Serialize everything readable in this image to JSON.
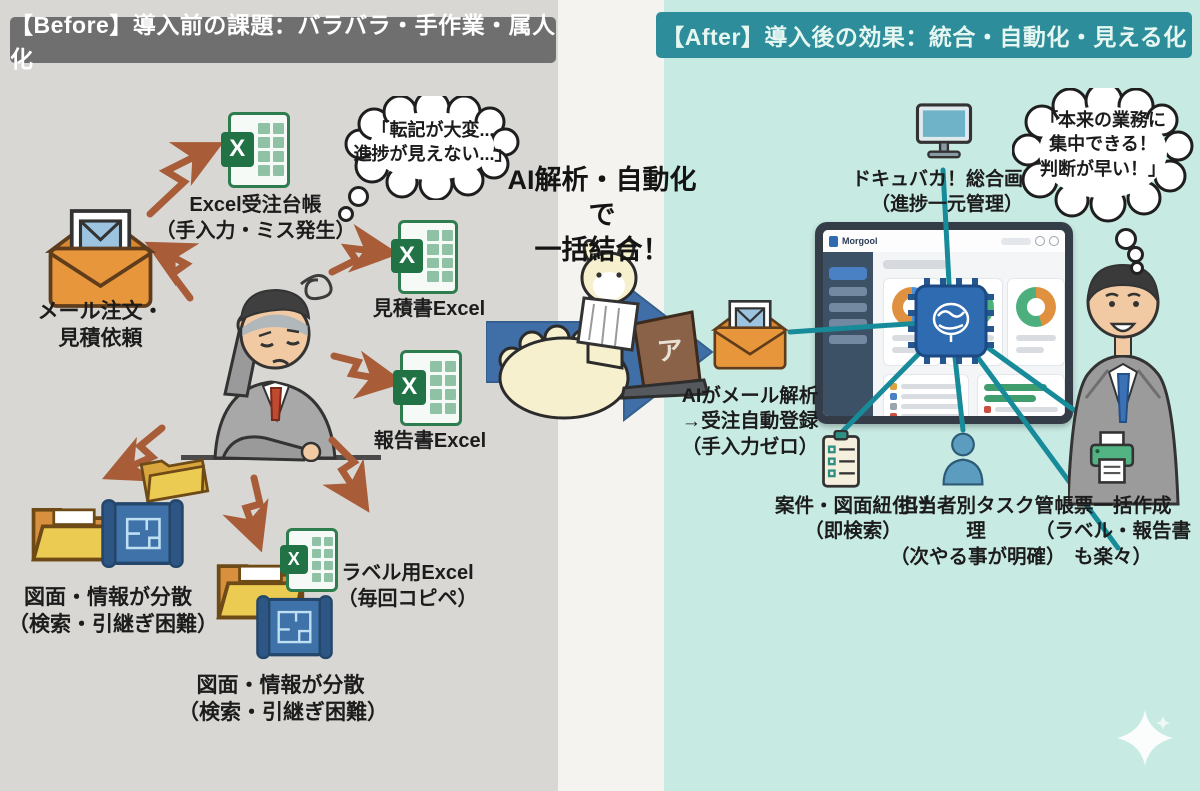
{
  "colors": {
    "before_bg": "#d8d7d3",
    "center_bg": "#f4f3ef",
    "after_bg": "#c7eae2",
    "before_header_bg": "#6f6f6f",
    "after_header_bg": "#2e8d9b",
    "zigzag_arrow": "#a85c38",
    "arrow_blue": "#3f6fa6",
    "excel_green": "#217346",
    "envelope_orange": "#e8963c",
    "teal_line": "#178b99",
    "chip_blue": "#2f6bb0",
    "sidebar_navy": "#3c5066",
    "donut_blue": "#4a90d9",
    "donut_orange": "#e09140",
    "donut_green": "#4caf7d",
    "printer_green": "#53b483",
    "person_teal": "#5b9cbf",
    "blueprint_blue": "#3f72a8",
    "folder_yellow": "#eccb52",
    "folder_orange": "#d88f3e",
    "alpaca_cream": "#f7f0cf",
    "laptop_brown": "#8a6248"
  },
  "before": {
    "header": "【Before】導入前の課題：バラバラ・手作業・属人化",
    "thought": [
      "「転記が大変...",
      "進捗が見えない...」"
    ],
    "email_label": [
      "メール注文・",
      "見積依頼"
    ],
    "excel_ledger": [
      "Excel受注台帳",
      "（手入力・ミス発生）"
    ],
    "quote_excel": "見積書Excel",
    "report_excel": "報告書Excel",
    "label_excel": [
      "ラベル用Excel",
      "（毎回コピペ）"
    ],
    "drawings_scattered_1": [
      "図面・情報が分散",
      "（検索・引継ぎ困難）"
    ],
    "drawings_scattered_2": [
      "図面・情報が分散",
      "（検索・引継ぎ困難）"
    ]
  },
  "center": {
    "headline": [
      "AI解析・自動化で",
      "一括結合！"
    ]
  },
  "after": {
    "header": "【After】導入後の効果：統合・自動化・見える化",
    "monitor_label": [
      "ドキュバカ！総合画面",
      "（進捗一元管理）"
    ],
    "thought": [
      "「本来の業務に",
      "集中できる！",
      "判断が早い！」"
    ],
    "email_label": [
      "AIがメール解析",
      "→受注自動登録",
      "（手入力ゼロ）"
    ],
    "clipboard_label": [
      "案件・図面紐付け",
      "（即検索）"
    ],
    "tasks_label": [
      "担当者別タスク管理",
      "（次やる事が明確）"
    ],
    "reports_label": [
      "帳票一括作成",
      "（ラベル・報告書も楽々）"
    ],
    "dashboard_logo": "Morgool"
  },
  "icons": {
    "excel_x": "X",
    "laptop_logo": "ア"
  }
}
